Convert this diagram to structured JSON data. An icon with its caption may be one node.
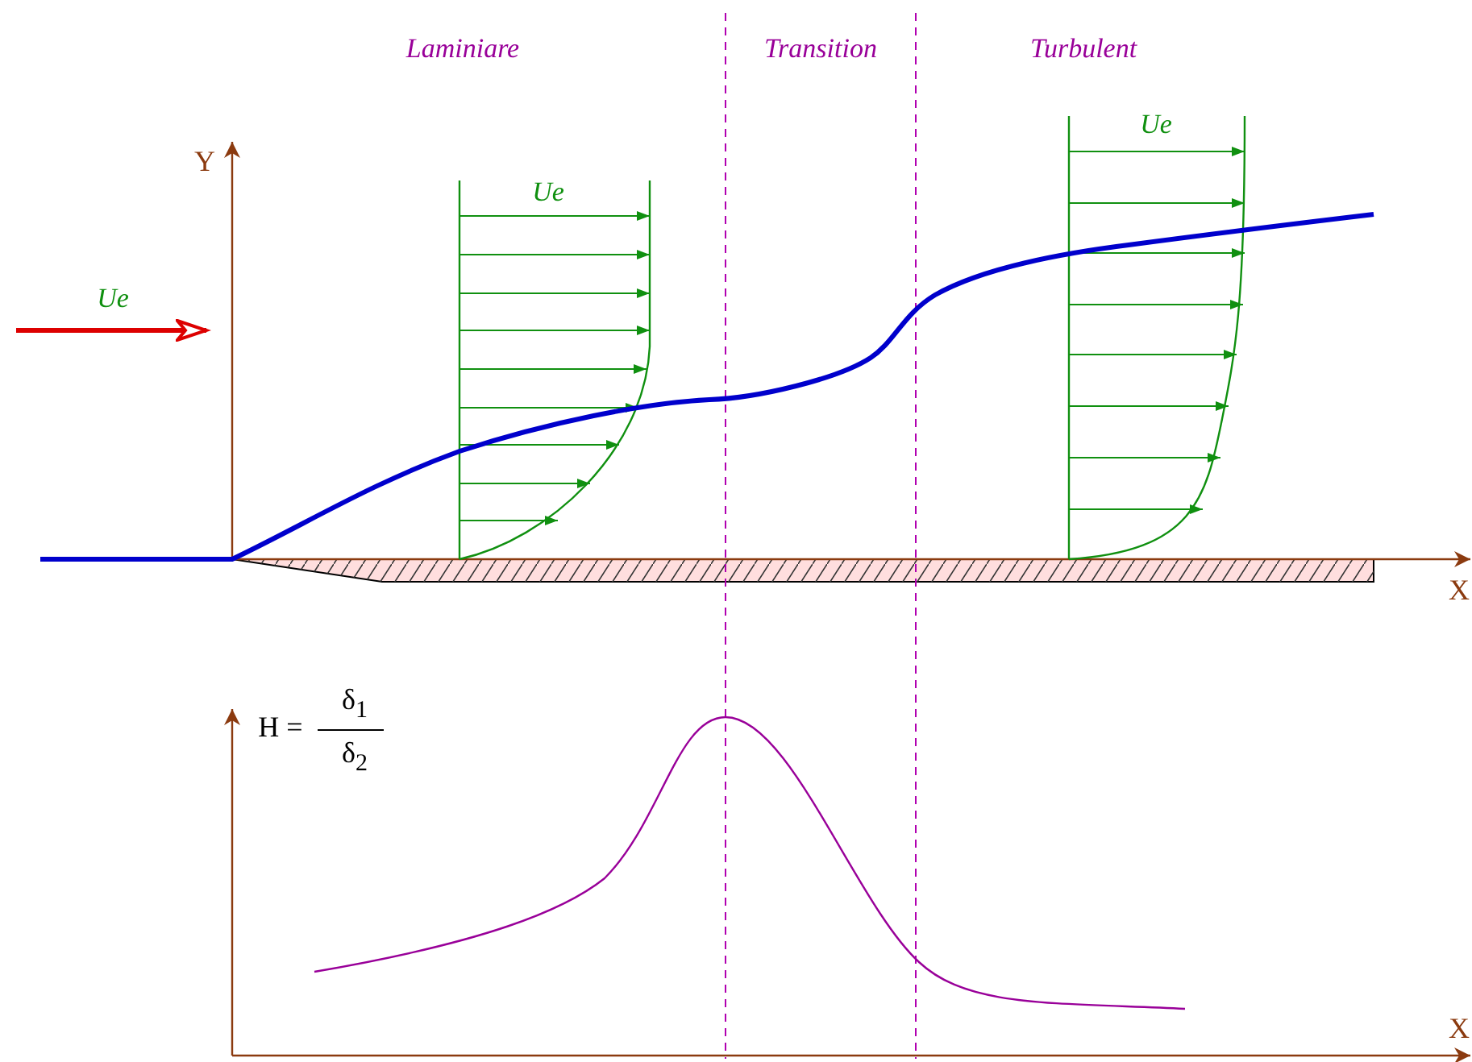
{
  "diagram": {
    "labels": [
      "Laminiare",
      "Transition",
      "Turbulent",
      "Ue",
      "Y",
      "Ue",
      "Ue",
      "X",
      "H =",
      "δ$_{1}$",
      "δ$_{2}$",
      "X"
    ]
  }
}
